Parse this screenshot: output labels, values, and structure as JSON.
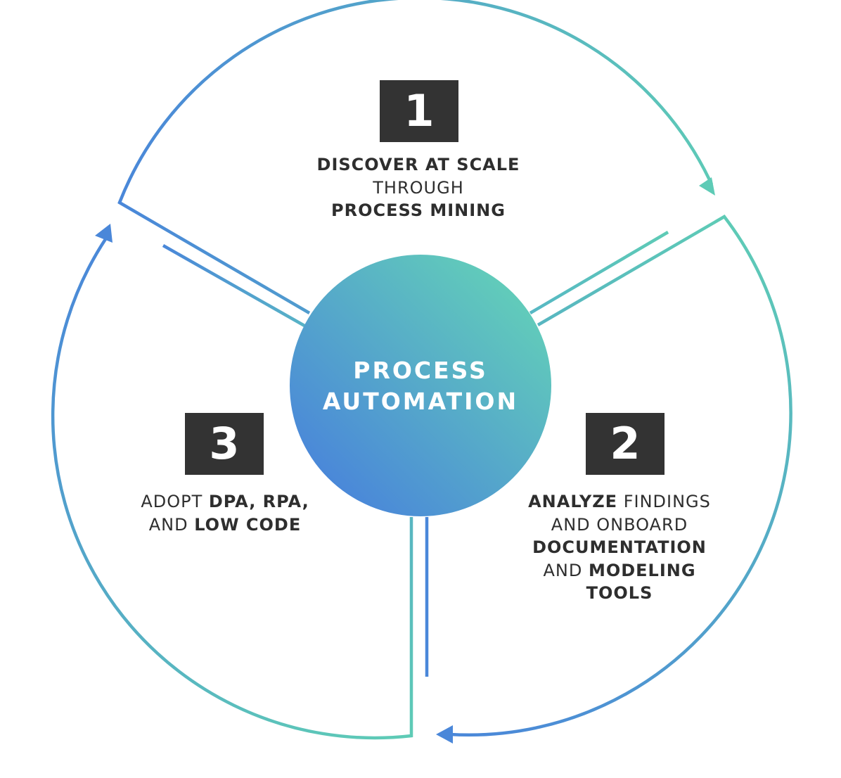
{
  "center": {
    "line1": "PROCESS",
    "line2": "AUTOMATION"
  },
  "steps": [
    {
      "number": "1",
      "lines": [
        [
          {
            "text": "DISCOVER AT SCALE",
            "bold": true
          }
        ],
        [
          {
            "text": "THROUGH",
            "bold": false
          }
        ],
        [
          {
            "text": "PROCESS MINING",
            "bold": true
          }
        ]
      ]
    },
    {
      "number": "2",
      "lines": [
        [
          {
            "text": "ANALYZE",
            "bold": true
          },
          {
            "text": " FINDINGS",
            "bold": false
          }
        ],
        [
          {
            "text": "AND ONBOARD",
            "bold": false
          }
        ],
        [
          {
            "text": "DOCUMENTATION",
            "bold": true
          }
        ],
        [
          {
            "text": "AND ",
            "bold": false
          },
          {
            "text": "MODELING",
            "bold": true
          }
        ],
        [
          {
            "text": "TOOLS",
            "bold": true
          }
        ]
      ]
    },
    {
      "number": "3",
      "lines": [
        [
          {
            "text": "ADOPT ",
            "bold": false
          },
          {
            "text": "DPA, RPA,",
            "bold": true
          }
        ],
        [
          {
            "text": "AND ",
            "bold": false
          },
          {
            "text": "LOW CODE",
            "bold": true
          }
        ]
      ]
    }
  ],
  "colors": {
    "teal": "#5ecbb6",
    "blue": "#4a87d9",
    "badge": "#333333",
    "text": "#2e2e2e"
  }
}
